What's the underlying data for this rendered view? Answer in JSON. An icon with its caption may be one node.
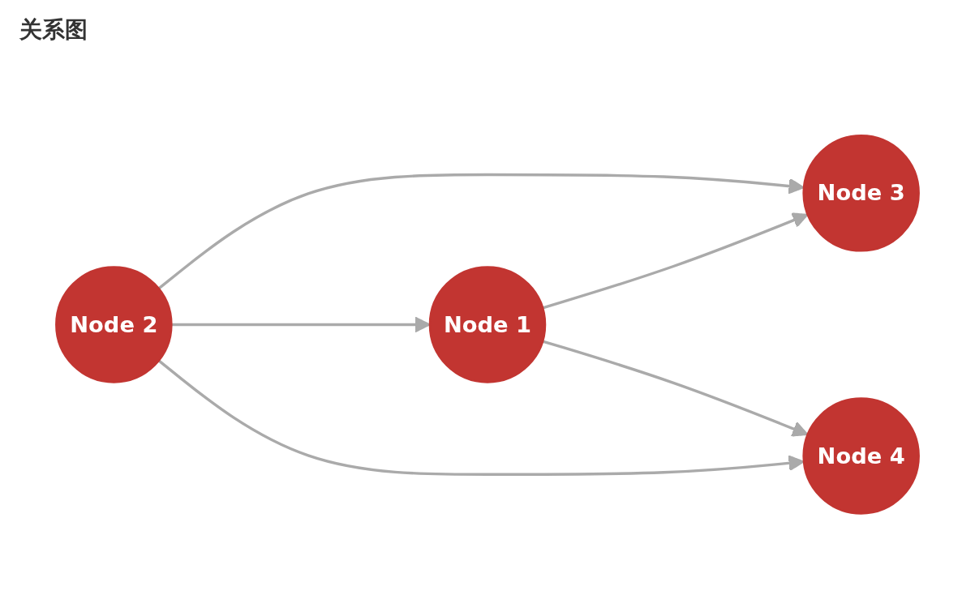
{
  "diagram": {
    "title": "关系图",
    "nodes": [
      {
        "text": [
          "Node 1"
        ]
      },
      {
        "text": [
          "Node 2"
        ]
      },
      {
        "text": [
          "Node 3"
        ]
      },
      {
        "text": [
          "Node 4"
        ]
      }
    ],
    "edges": [
      {
        "from": 0,
        "to": 2,
        "arrow": "to"
      },
      {
        "from": 1,
        "to": 2,
        "arrow": "to"
      },
      {
        "from": 1,
        "to": 0,
        "arrow": "to"
      },
      {
        "from": 0,
        "to": 3,
        "arrow": "to"
      },
      {
        "from": 1,
        "to": 3,
        "arrow": "to"
      }
    ]
  }
}
